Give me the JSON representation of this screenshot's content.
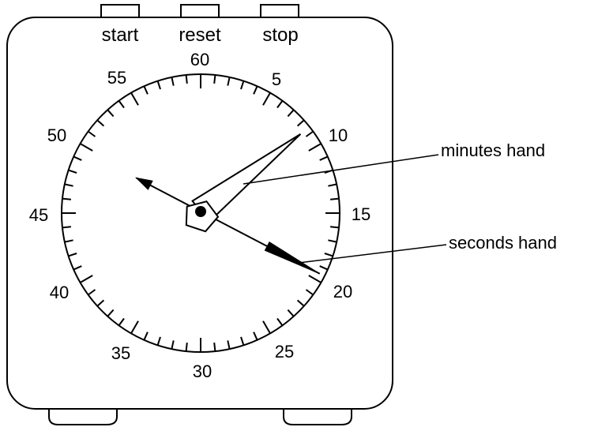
{
  "buttons": [
    {
      "label": "start"
    },
    {
      "label": "reset"
    },
    {
      "label": "stop"
    }
  ],
  "dial_numbers": [
    "60",
    "5",
    "10",
    "15",
    "20",
    "25",
    "30",
    "35",
    "40",
    "45",
    "50",
    "55"
  ],
  "hands": {
    "minutes_value": 8.7,
    "seconds_value": 19.6
  },
  "labels": {
    "minutes_hand": "minutes hand",
    "seconds_hand": "seconds hand"
  },
  "colors": {
    "stroke": "#000000",
    "fill": "#ffffff"
  }
}
